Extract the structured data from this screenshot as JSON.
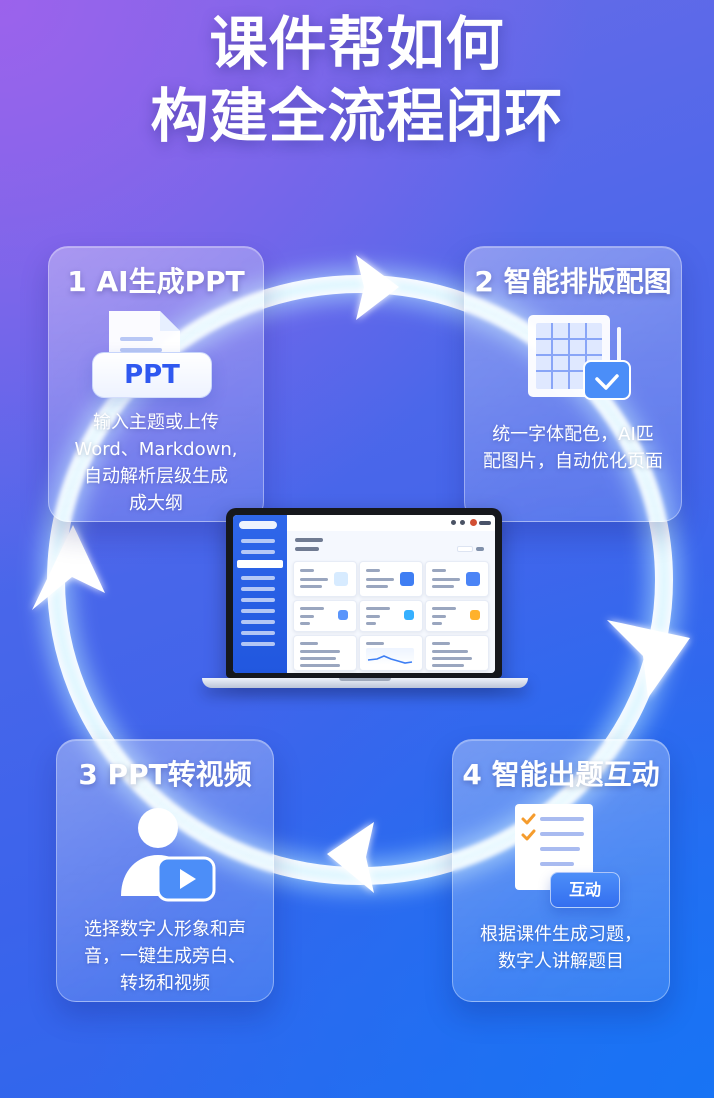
{
  "header": {
    "title_line1": "课件帮如何",
    "title_line2": "构建全流程闭环"
  },
  "cards": [
    {
      "title": "1 AI生成PPT",
      "icon": "document-ppt-icon",
      "badge": "PPT",
      "description": [
        "输入主题或上传",
        "Word、Markdown,",
        "自动解析层级生成",
        "成大纲"
      ]
    },
    {
      "title": "2 智能排版配图",
      "icon": "layout-grid-icon",
      "description": [
        "统一字体配色，AI匹",
        "配图片，自动优化页面"
      ]
    },
    {
      "title": "3 PPT转视频",
      "icon": "avatar-video-icon",
      "description": [
        "选择数字人形象和声",
        "音，一键生成旁白、",
        "转场和视频"
      ]
    },
    {
      "title": "4 智能出题互动",
      "icon": "quiz-checklist-icon",
      "badge": "互动",
      "description": [
        "根据课件生成习题，",
        "数字人讲解题目"
      ]
    }
  ],
  "center": {
    "device": "laptop",
    "accent": "#2f67ea"
  },
  "colors": {
    "background_start": "#6f6be7",
    "background_end": "#256bef",
    "card_text": "#ffffff",
    "ppt_blue": "#2f58f0"
  }
}
